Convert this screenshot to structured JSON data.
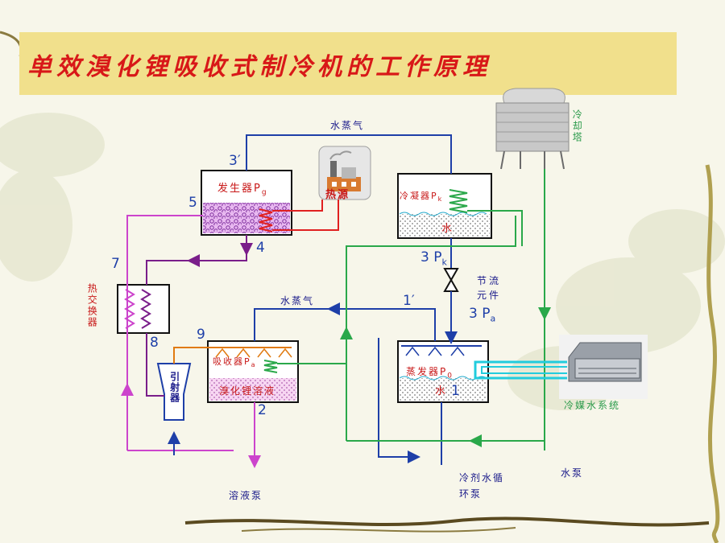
{
  "title": "单效溴化锂吸收式制冷机的工作原理",
  "labels": {
    "vapor_top": "水蒸气",
    "vapor_mid": "水蒸气",
    "cooling_tower": "冷却塔",
    "generator": "发生器P",
    "generator_sub": "g",
    "heat_source": "热源",
    "condenser": "冷凝器P",
    "condenser_sub": "k",
    "condenser_water": "水",
    "throttle": "节流元件",
    "heat_exchanger": "热交换器",
    "absorber": "吸收器P",
    "absorber_sub": "a",
    "libr_solution": "溴化锂溶液",
    "evaporator": "蒸发器P",
    "evaporator_sub": "0",
    "evaporator_water": "水",
    "ejector": "引射器",
    "chilled_water_system": "冷媒水系统",
    "solution_pump": "溶液泵",
    "refrigerant_pump": "冷剂水循环泵",
    "water_pump": "水泵"
  },
  "points": {
    "p3prime": "3′",
    "p5": "5",
    "p4": "4",
    "p7": "7",
    "p8": "8",
    "p9": "9",
    "p2": "2",
    "p1prime": "1′",
    "p1": "1",
    "p3pk": "3",
    "pk_letter": "P",
    "pk_sub": "k",
    "p3pa": "3",
    "pa_letter": "P",
    "pa_sub": "a"
  },
  "colors": {
    "title": "#d81818",
    "title_bar": "#f1e08c",
    "refrigerant_vapor": "#1e3fa8",
    "solution": "#cc44cc",
    "strong_solution": "#7a1e8a",
    "cooling_water": "#2aa84a",
    "heat_source": "#e02020",
    "chilled_water": "#22ccdd",
    "ejector_line": "#e07a10"
  }
}
